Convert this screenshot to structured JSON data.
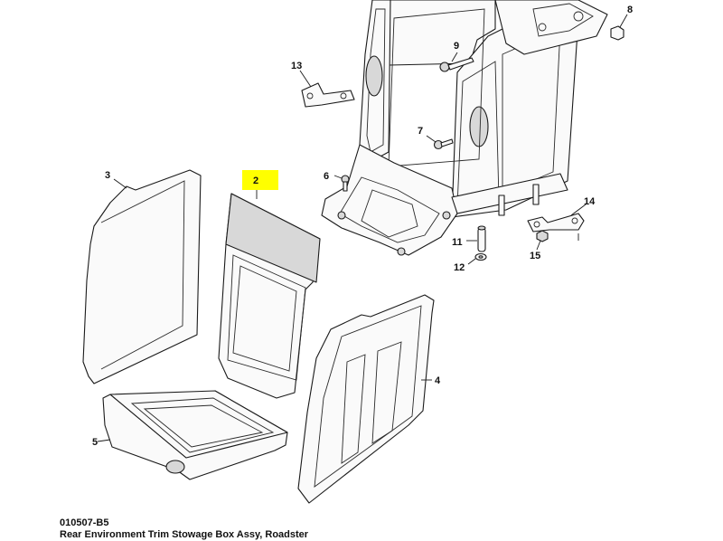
{
  "diagram": {
    "highlight_color": "#ffff00",
    "callouts": [
      {
        "id": "1",
        "label": "2",
        "highlighted": true
      },
      {
        "id": "3",
        "label": "3"
      },
      {
        "id": "4",
        "label": "4"
      },
      {
        "id": "5",
        "label": "5"
      },
      {
        "id": "6",
        "label": "6"
      },
      {
        "id": "7",
        "label": "7"
      },
      {
        "id": "8",
        "label": "8"
      },
      {
        "id": "9",
        "label": "9"
      },
      {
        "id": "11",
        "label": "11"
      },
      {
        "id": "12",
        "label": "12"
      },
      {
        "id": "13",
        "label": "13"
      },
      {
        "id": "14",
        "label": "14"
      },
      {
        "id": "15",
        "label": "15"
      }
    ]
  },
  "caption": {
    "code": "010507-B5",
    "title": "Rear Environment Trim Stowage Box Assy, Roadster"
  }
}
